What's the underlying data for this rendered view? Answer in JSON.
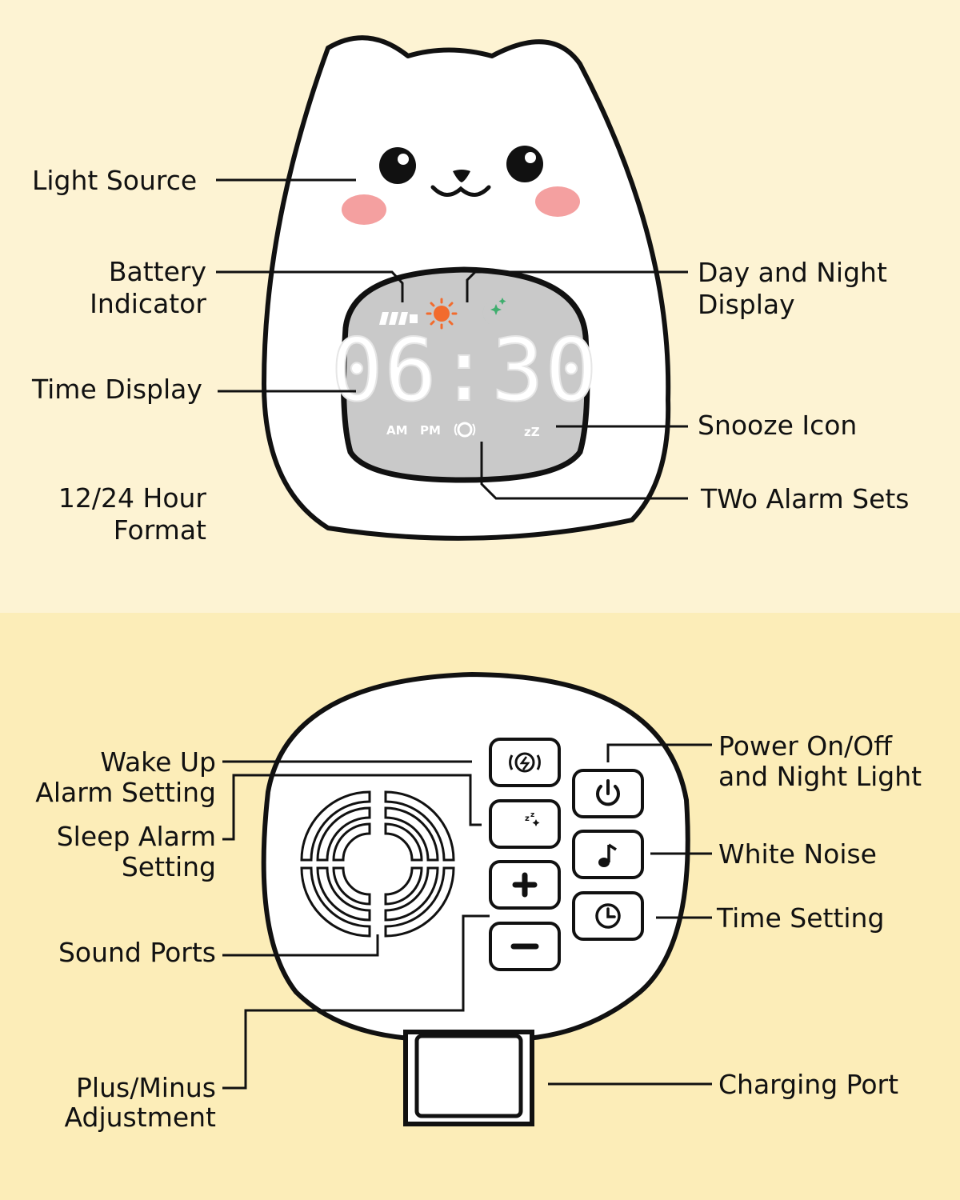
{
  "top_labels": {
    "light_source": "Light Source",
    "battery_line1": "Battery",
    "battery_line2": "Indicator",
    "time_display": "Time Display",
    "format_line1": "12/24 Hour",
    "format_line2": "Format",
    "day_night_line1": "Day and Night",
    "day_night_line2": "Display",
    "snooze_icon": "Snooze Icon",
    "two_alarm_sets": "TWo Alarm Sets"
  },
  "display": {
    "time": "06:30",
    "am": "AM",
    "pm": "PM",
    "zz": "zZ"
  },
  "bottom_labels": {
    "wake_line1": "Wake Up",
    "wake_line2": "Alarm Setting",
    "sleep_line1": "Sleep Alarm",
    "sleep_line2": "Setting",
    "sound_ports": "Sound Ports",
    "plus_minus_line1": "Plus/Minus",
    "plus_minus_line2": "Adjustment",
    "power_line1": "Power On/Off",
    "power_line2": "and Night Light",
    "white_noise": "White Noise",
    "time_setting": "Time Setting",
    "charging_port": "Charging Port"
  },
  "icons": [
    "battery-icon",
    "sun-icon",
    "moon-stars-icon",
    "alarm-clock-icon",
    "sleep-moon-icon",
    "plus-icon",
    "minus-icon",
    "power-icon",
    "music-note-icon",
    "clock-icon",
    "speaker-grille-icon"
  ],
  "colors": {
    "top_background": "#FDF3D3",
    "bottom_background": "#FCEDB8",
    "sun": "#F26B2D",
    "moon": "#3FAE6E",
    "blush": "#F4A0A0",
    "screen": "#C9C9C9"
  }
}
